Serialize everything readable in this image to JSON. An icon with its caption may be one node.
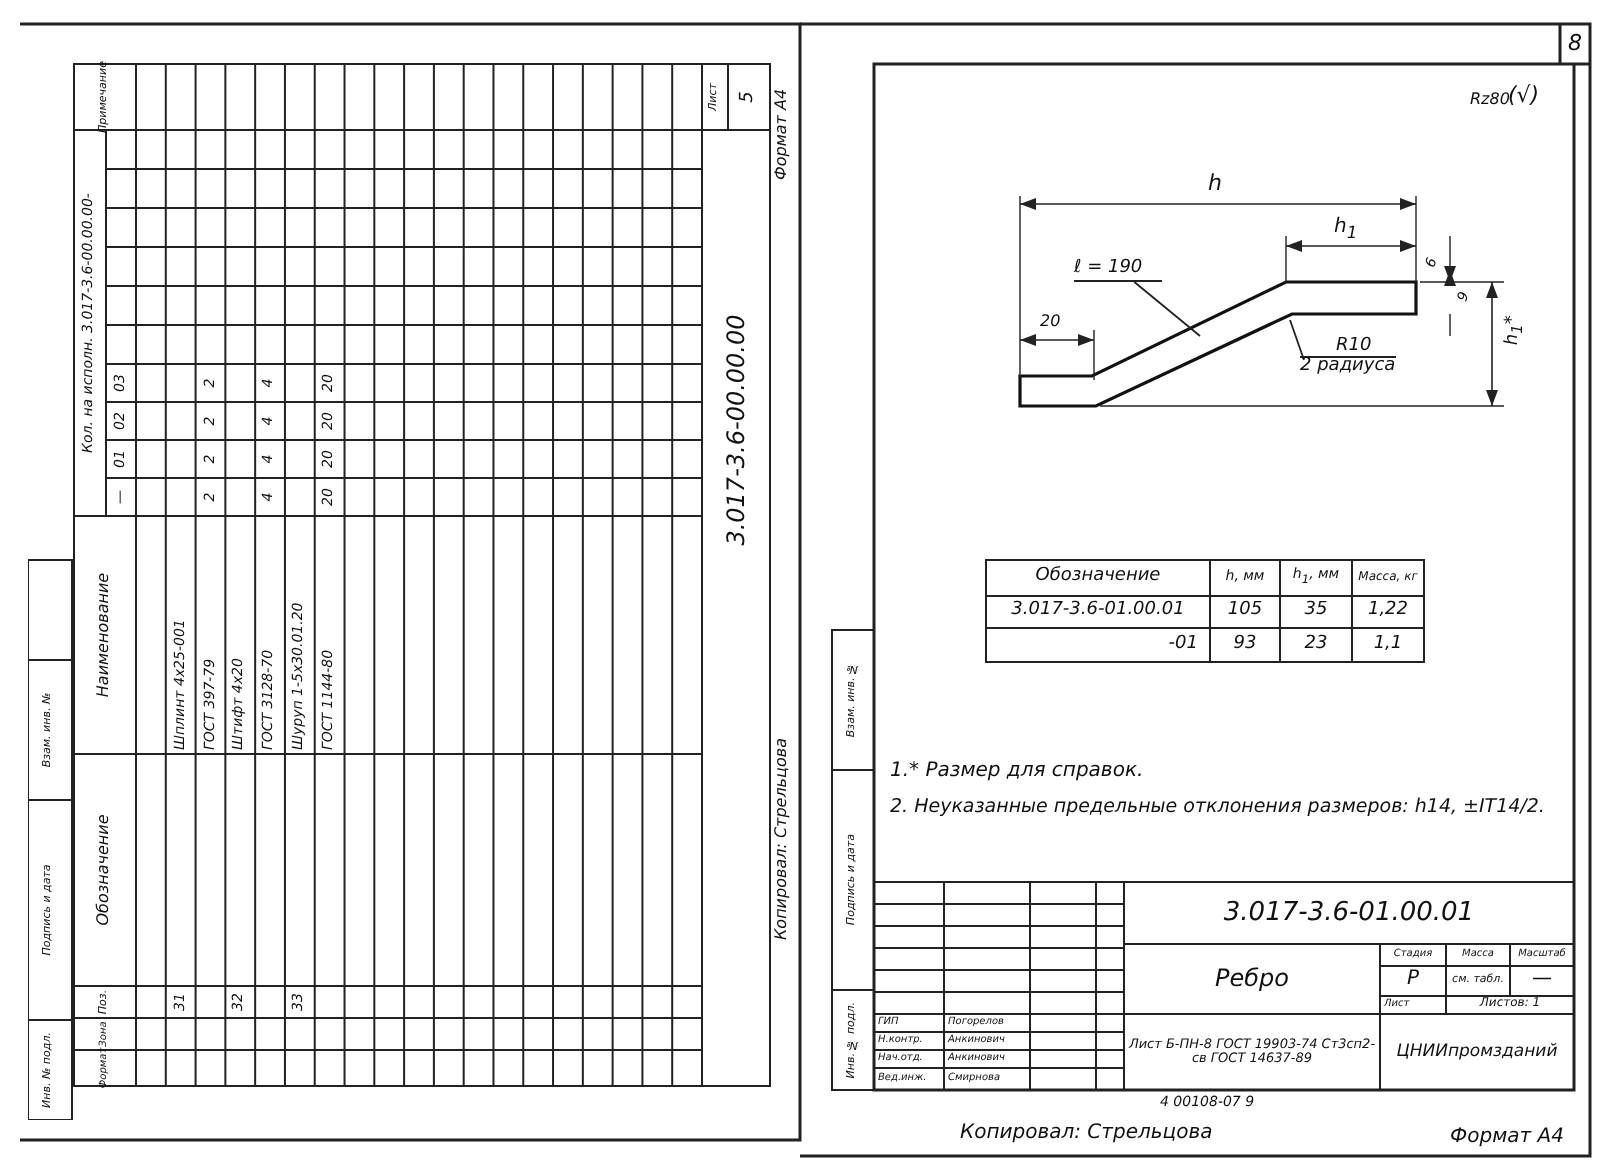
{
  "diagram": {
    "nodes": [
      {
        "text": [
          "ℓ = 190"
        ]
      },
      {
        "text": [],
        "shape": "picture"
      },
      {
        "text": [
          "R10",
          "2 радиуса"
        ]
      }
    ],
    "edges": [
      {
        "from": 0,
        "to": 1,
        "arrow": "none"
      },
      {
        "from": 2,
        "to": 1,
        "arrow": "none"
      }
    ],
    "labels": [
      "Инв. № подл.",
      "Подпись и дата",
      "Взам. инв. №",
      "Формат",
      "Зона",
      "Поз.",
      "Обозначение",
      "Наименование",
      "Кол. на исполн. 3.017-3.6-00.00.00-",
      "Примечание",
      "—",
      "01",
      "02",
      "03",
      "31",
      "Шплинт 4х25-001",
      "ГОСТ 397-79",
      "2",
      "2",
      "2",
      "2",
      "32",
      "Штифт 4х20",
      "ГОСТ 3128-70",
      "4",
      "4",
      "4",
      "4",
      "33",
      "Шуруп 1-5х30.01.20",
      "ГОСТ 1144-80",
      "20",
      "20",
      "20",
      "20",
      "3.017-3.6-00.00.00",
      "Лист",
      "5",
      "Копировал: Стрельцова",
      "Формат А4",
      "8",
      "Rz80",
      "(√)",
      "h",
      "h$_{1}$",
      "20",
      "9",
      "6",
      "h$_{1}$*",
      "Обозначение",
      "h, мм",
      "h$_{1}$, мм",
      "Масса, кг",
      "3.017-3.6-01.00.01",
      "105",
      "35",
      "1,22",
      "-01",
      "93",
      "23",
      "1,1",
      "1.* Размер для справок.",
      "2. Неуказанные предельные отклонения размеров: h14, ±IT14/2.",
      "Инв. № подл.",
      "Подпись и дата",
      "Взам. инв. №",
      "3.017-3.6-01.00.01",
      "Ребро",
      "Стадия",
      "Масса",
      "Масштаб",
      "Р",
      "см. табл.",
      "—",
      "Лист",
      "Листов: 1",
      "ГИП",
      "Погорелов",
      "Н.контр.",
      "Анкинович",
      "Нач.отд.",
      "Анкинович",
      "Вед.инж.",
      "Смирнова",
      "Лист Б-ПН-8 ГОСТ 19903-74 Ст3сп2-св ГОСТ 14637-89",
      "ЦНИИпромзданий",
      "4 00108-07 9",
      "Копировал: Стрельцова",
      "Формат А4"
    ]
  }
}
